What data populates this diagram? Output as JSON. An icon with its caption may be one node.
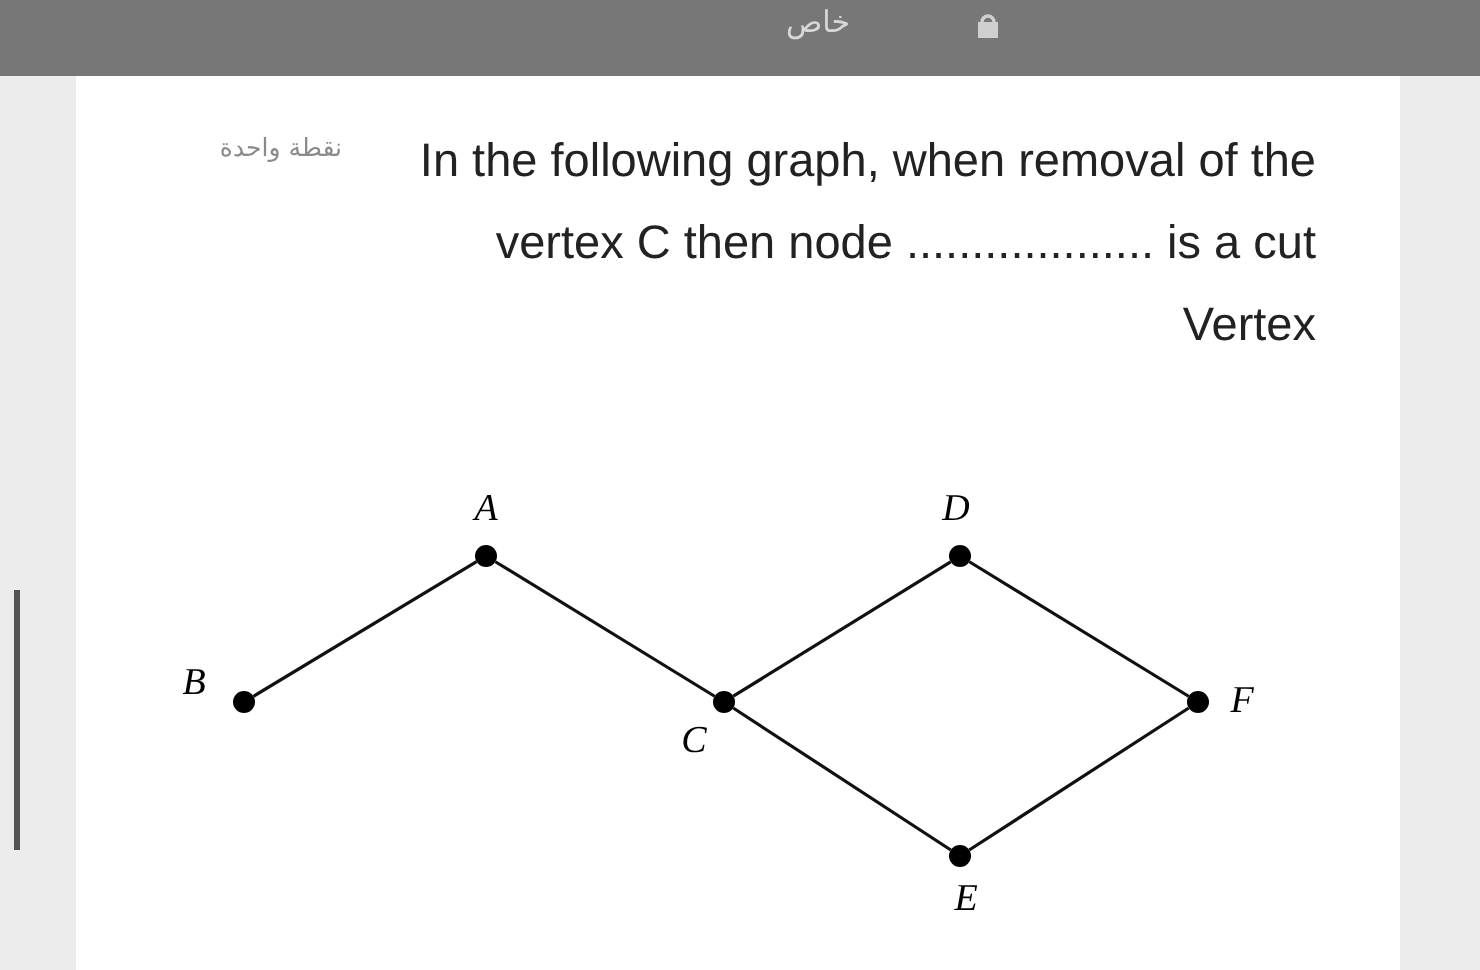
{
  "diagram": {
    "nodes": [
      {
        "text": [],
        "shape": "circle",
        "beside": [
          "A"
        ]
      },
      {
        "text": [],
        "shape": "circle",
        "beside": [
          "B"
        ]
      },
      {
        "text": [],
        "shape": "circle",
        "beside": [
          "C"
        ]
      },
      {
        "text": [],
        "shape": "circle",
        "beside": [
          "D"
        ]
      },
      {
        "text": [],
        "shape": "circle",
        "beside": [
          "E"
        ]
      },
      {
        "text": [],
        "shape": "circle",
        "beside": [
          "F"
        ]
      }
    ],
    "edges": [
      {
        "from": 1,
        "to": 0,
        "arrow": "none"
      },
      {
        "from": 0,
        "to": 2,
        "arrow": "none"
      },
      {
        "from": 2,
        "to": 3,
        "arrow": "none"
      },
      {
        "from": 2,
        "to": 4,
        "arrow": "none"
      },
      {
        "from": 3,
        "to": 5,
        "arrow": "none"
      },
      {
        "from": 4,
        "to": 5,
        "arrow": "none"
      }
    ],
    "labels": [
      "خاص",
      "نقطة واحدة",
      "In the following graph, when removal of the vertex C then node ................... is a cut Vertex"
    ]
  }
}
